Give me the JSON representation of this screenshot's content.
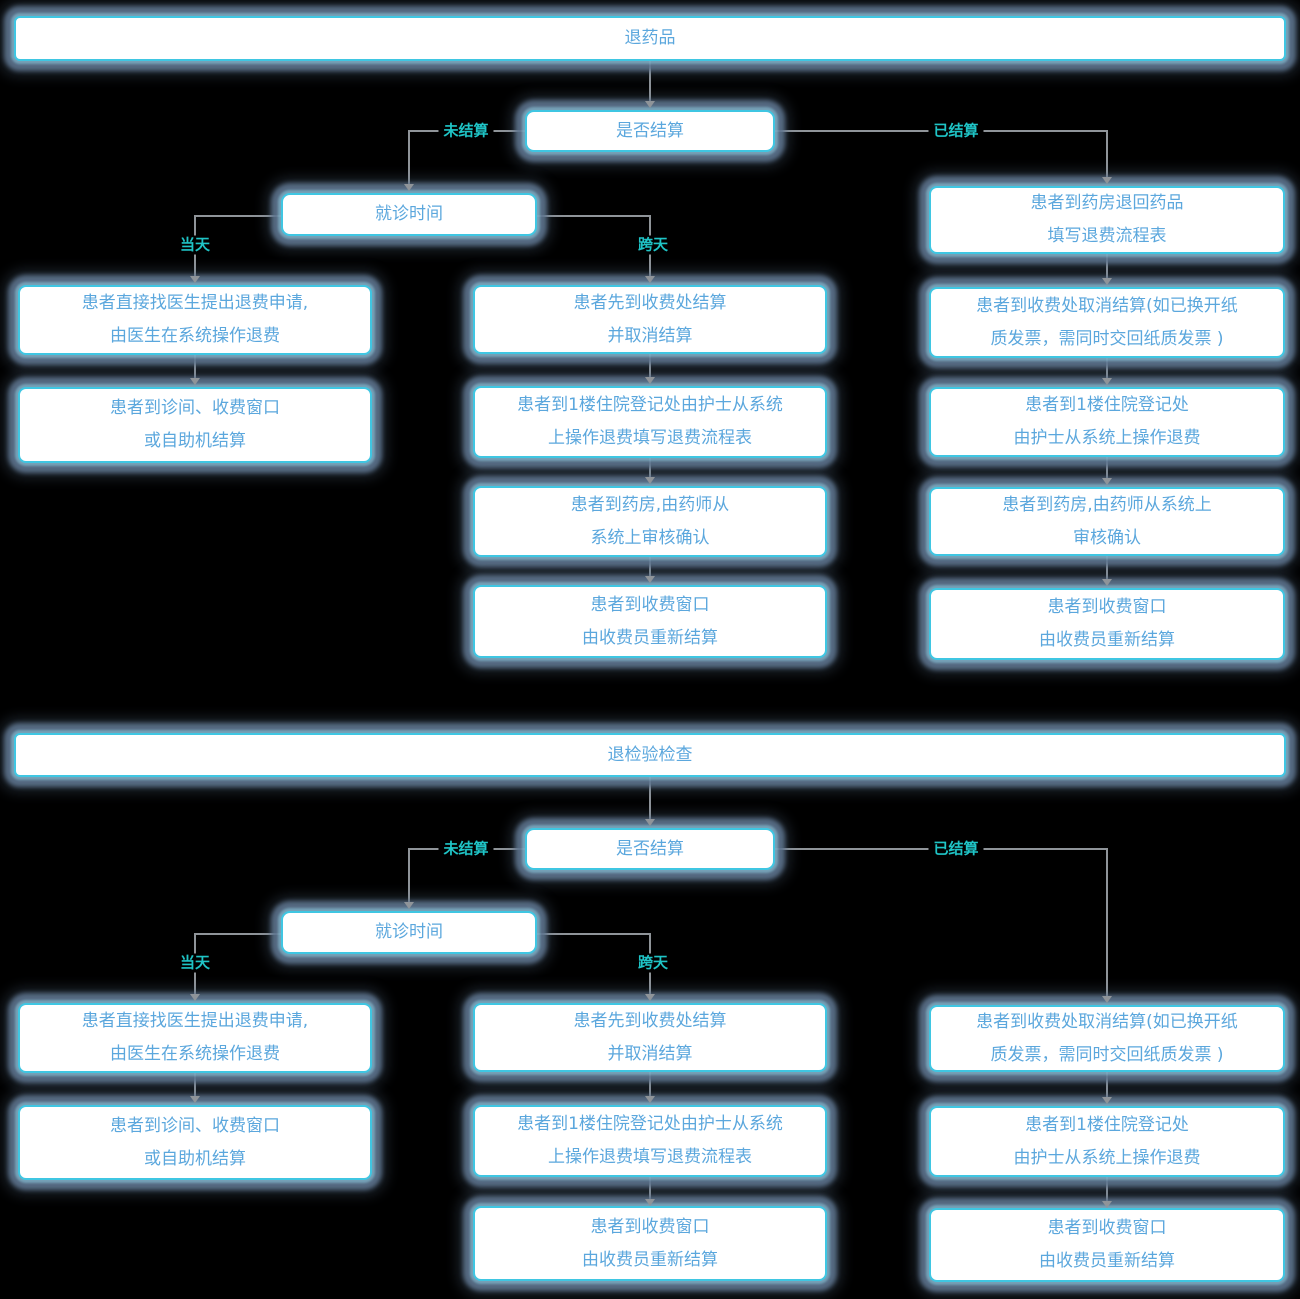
{
  "charts": [
    {
      "title": "退药品",
      "settle_decision": "是否结算",
      "visit_time_decision": "就诊时间",
      "edge_labels": {
        "unsettled": "未结算",
        "settled": "已结算",
        "same_day": "当天",
        "cross_day": "跨天"
      },
      "same_day_steps": [
        "患者直接找医生提出退费申请,\n由医生在系统操作退费",
        "患者到诊间、收费窗口\n或自助机结算"
      ],
      "cross_day_steps": [
        "患者先到收费处结算\n并取消结算",
        "患者到1楼住院登记处由护士从系统\n上操作退费填写退费流程表",
        "患者到药房,由药师从\n系统上审核确认",
        "患者到收费窗口\n由收费员重新结算"
      ],
      "settled_steps": [
        "患者到药房退回药品\n填写退费流程表",
        "患者到收费处取消结算(如已换开纸\n质发票，需同时交回纸质发票 )",
        "患者到1楼住院登记处\n由护士从系统上操作退费",
        "患者到药房,由药师从系统上\n审核确认",
        "患者到收费窗口\n由收费员重新结算"
      ]
    },
    {
      "title": "退检验检查",
      "settle_decision": "是否结算",
      "visit_time_decision": "就诊时间",
      "edge_labels": {
        "unsettled": "未结算",
        "settled": "已结算",
        "same_day": "当天",
        "cross_day": "跨天"
      },
      "same_day_steps": [
        "患者直接找医生提出退费申请,\n由医生在系统操作退费",
        "患者到诊间、收费窗口\n或自助机结算"
      ],
      "cross_day_steps": [
        "患者先到收费处结算\n并取消结算",
        "患者到1楼住院登记处由护士从系统\n上操作退费填写退费流程表",
        "患者到收费窗口\n由收费员重新结算"
      ],
      "settled_steps": [
        "患者到收费处取消结算(如已换开纸\n质发票，需同时交回纸质发票 )",
        "患者到1楼住院登记处\n由护士从系统上操作退费",
        "患者到收费窗口\n由收费员重新结算"
      ]
    }
  ],
  "colors": {
    "background": "#000000",
    "box_fill": "#ffffff",
    "box_border": "#3fc6e2",
    "box_text": "#5ba7dd",
    "edge_label_text": "#1fc4c6",
    "connector_line": "#8f9499"
  }
}
